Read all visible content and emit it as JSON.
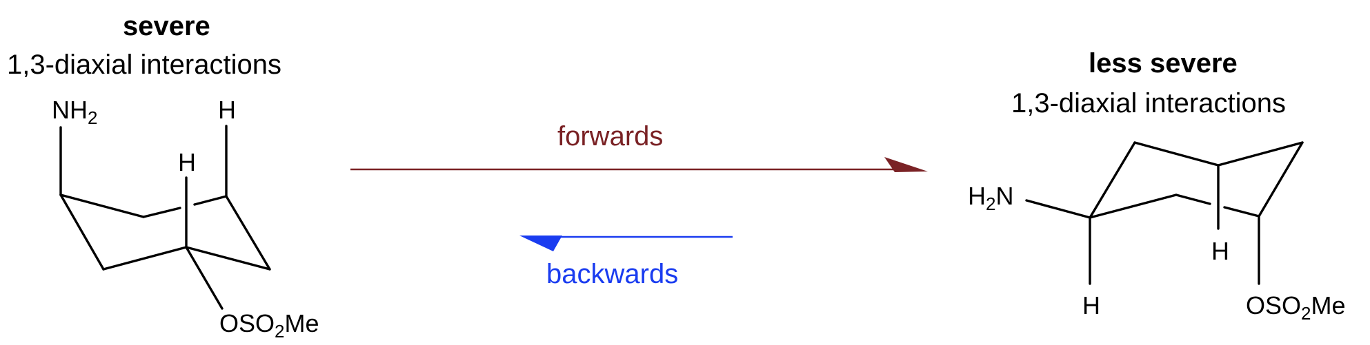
{
  "left": {
    "heading_bold": "severe",
    "heading_text": "1,3-diaxial interactions",
    "atoms": {
      "nh": "NH",
      "nh_sub": "2",
      "h_top": "H",
      "h_mid": "H",
      "o_a": "OSO",
      "o_sub": "2",
      "o_b": "Me"
    }
  },
  "right": {
    "heading_bold": "less severe",
    "heading_text": "1,3-diaxial interactions",
    "atoms": {
      "h_lead": "H",
      "h_sub": "2",
      "n": "N",
      "h_inner": "H",
      "h_bottom": "H",
      "o_a": "OSO",
      "o_sub": "2",
      "o_b": "Me"
    }
  },
  "arrows": {
    "forward_label": "forwards",
    "backward_label": "backwards",
    "forward_color": "#7a2225",
    "backward_color": "#1a3cf0"
  }
}
